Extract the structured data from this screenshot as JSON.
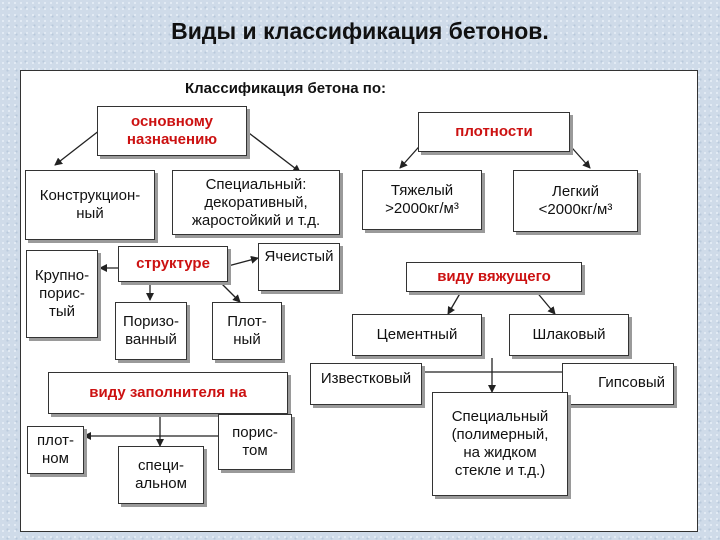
{
  "title": "Виды и классификация бетонов.",
  "subtitle": "Классификация бетона  по:",
  "nodes": {
    "purpose": "основному\nназначению",
    "density": "плотности",
    "structural": "Конструкцион-\nный",
    "special_purpose": "Специальный:\nдекоративный,\nжаростойкий и т.д.",
    "heavy": "Тяжелый\n>2000кг/м³",
    "light": "Легкий\n<2000кг/м³",
    "structure": "структуре",
    "cellular": "Ячеистый",
    "binder": "виду вяжущего",
    "coarse_porous": "Крупно-\nпорис-\nтый",
    "porous_struct": "Поризо-\nванный",
    "dense": "Плот-\nный",
    "cement": "Цементный",
    "slag": "Шлаковый",
    "aggregate": "виду заполнителя на",
    "lime": "Известковый",
    "gypsum": "Гипсовый",
    "special_binder": "Специальный\n(полимерный,\nна жидком\nстекле и т.д.)",
    "dense_agg": "плот-\nном",
    "special_agg": "специ-\nальном",
    "porous_agg": "порис-\nтом"
  }
}
